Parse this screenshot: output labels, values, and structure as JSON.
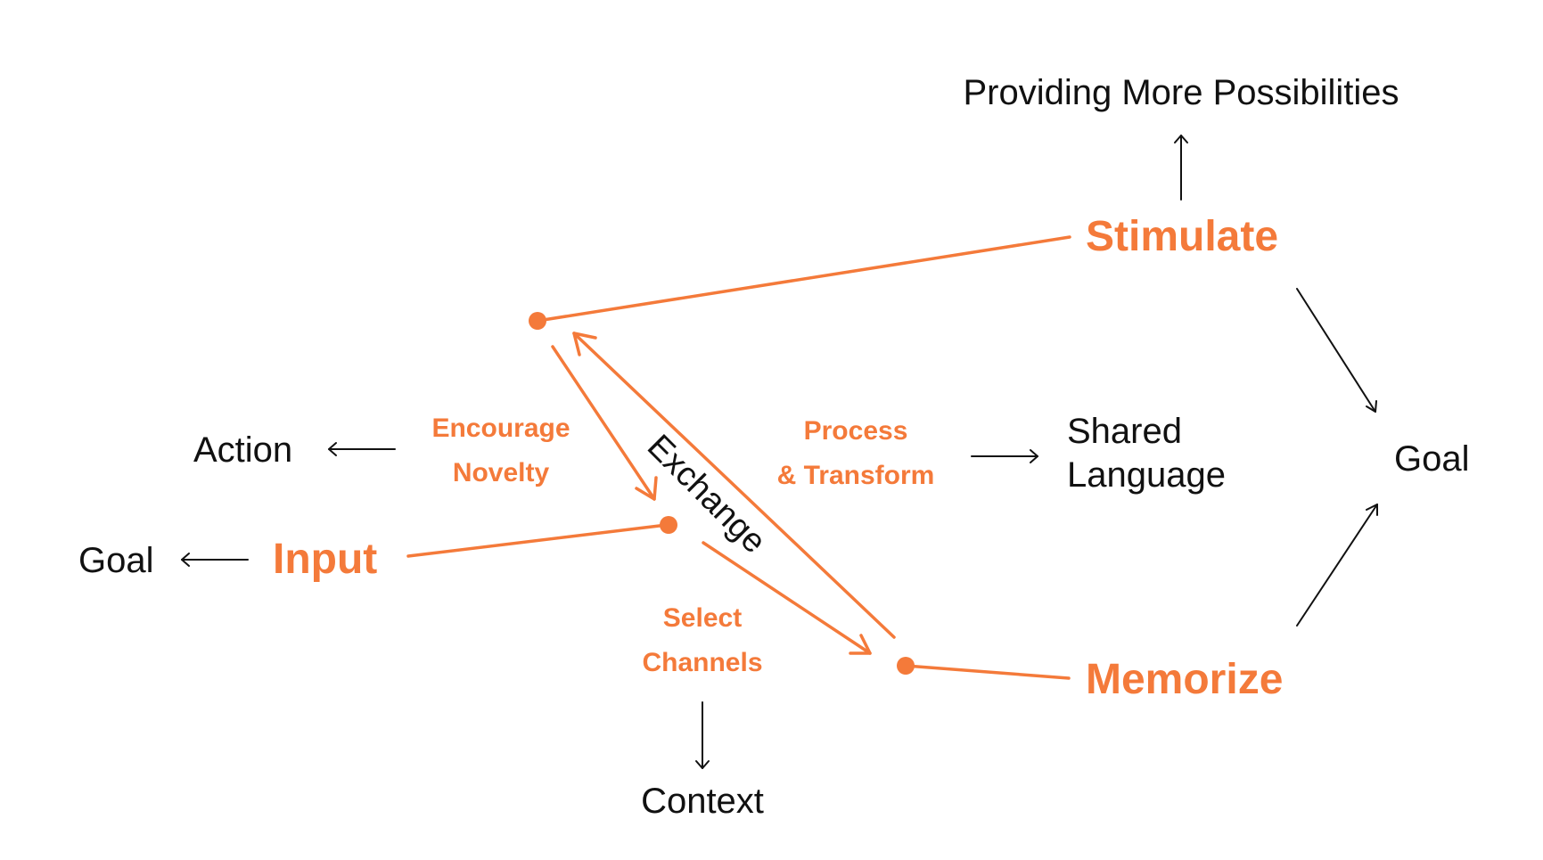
{
  "colors": {
    "accent": "#F47A3A",
    "text": "#111111",
    "background": "#FFFFFF"
  },
  "nodes": {
    "stimulate": "Stimulate",
    "input": "Input",
    "memorize": "Memorize"
  },
  "processes": {
    "encourage_line1": "Encourage",
    "encourage_line2": "Novelty",
    "process_line1": "Process",
    "process_line2": "& Transform",
    "select_line1": "Select",
    "select_line2": "Channels",
    "exchange": "Exchange"
  },
  "outcomes": {
    "providing": "Providing More Possibilities",
    "action": "Action",
    "goal_left": "Goal",
    "goal_right": "Goal",
    "shared_line1": "Shared",
    "shared_line2": "Language",
    "context": "Context"
  }
}
